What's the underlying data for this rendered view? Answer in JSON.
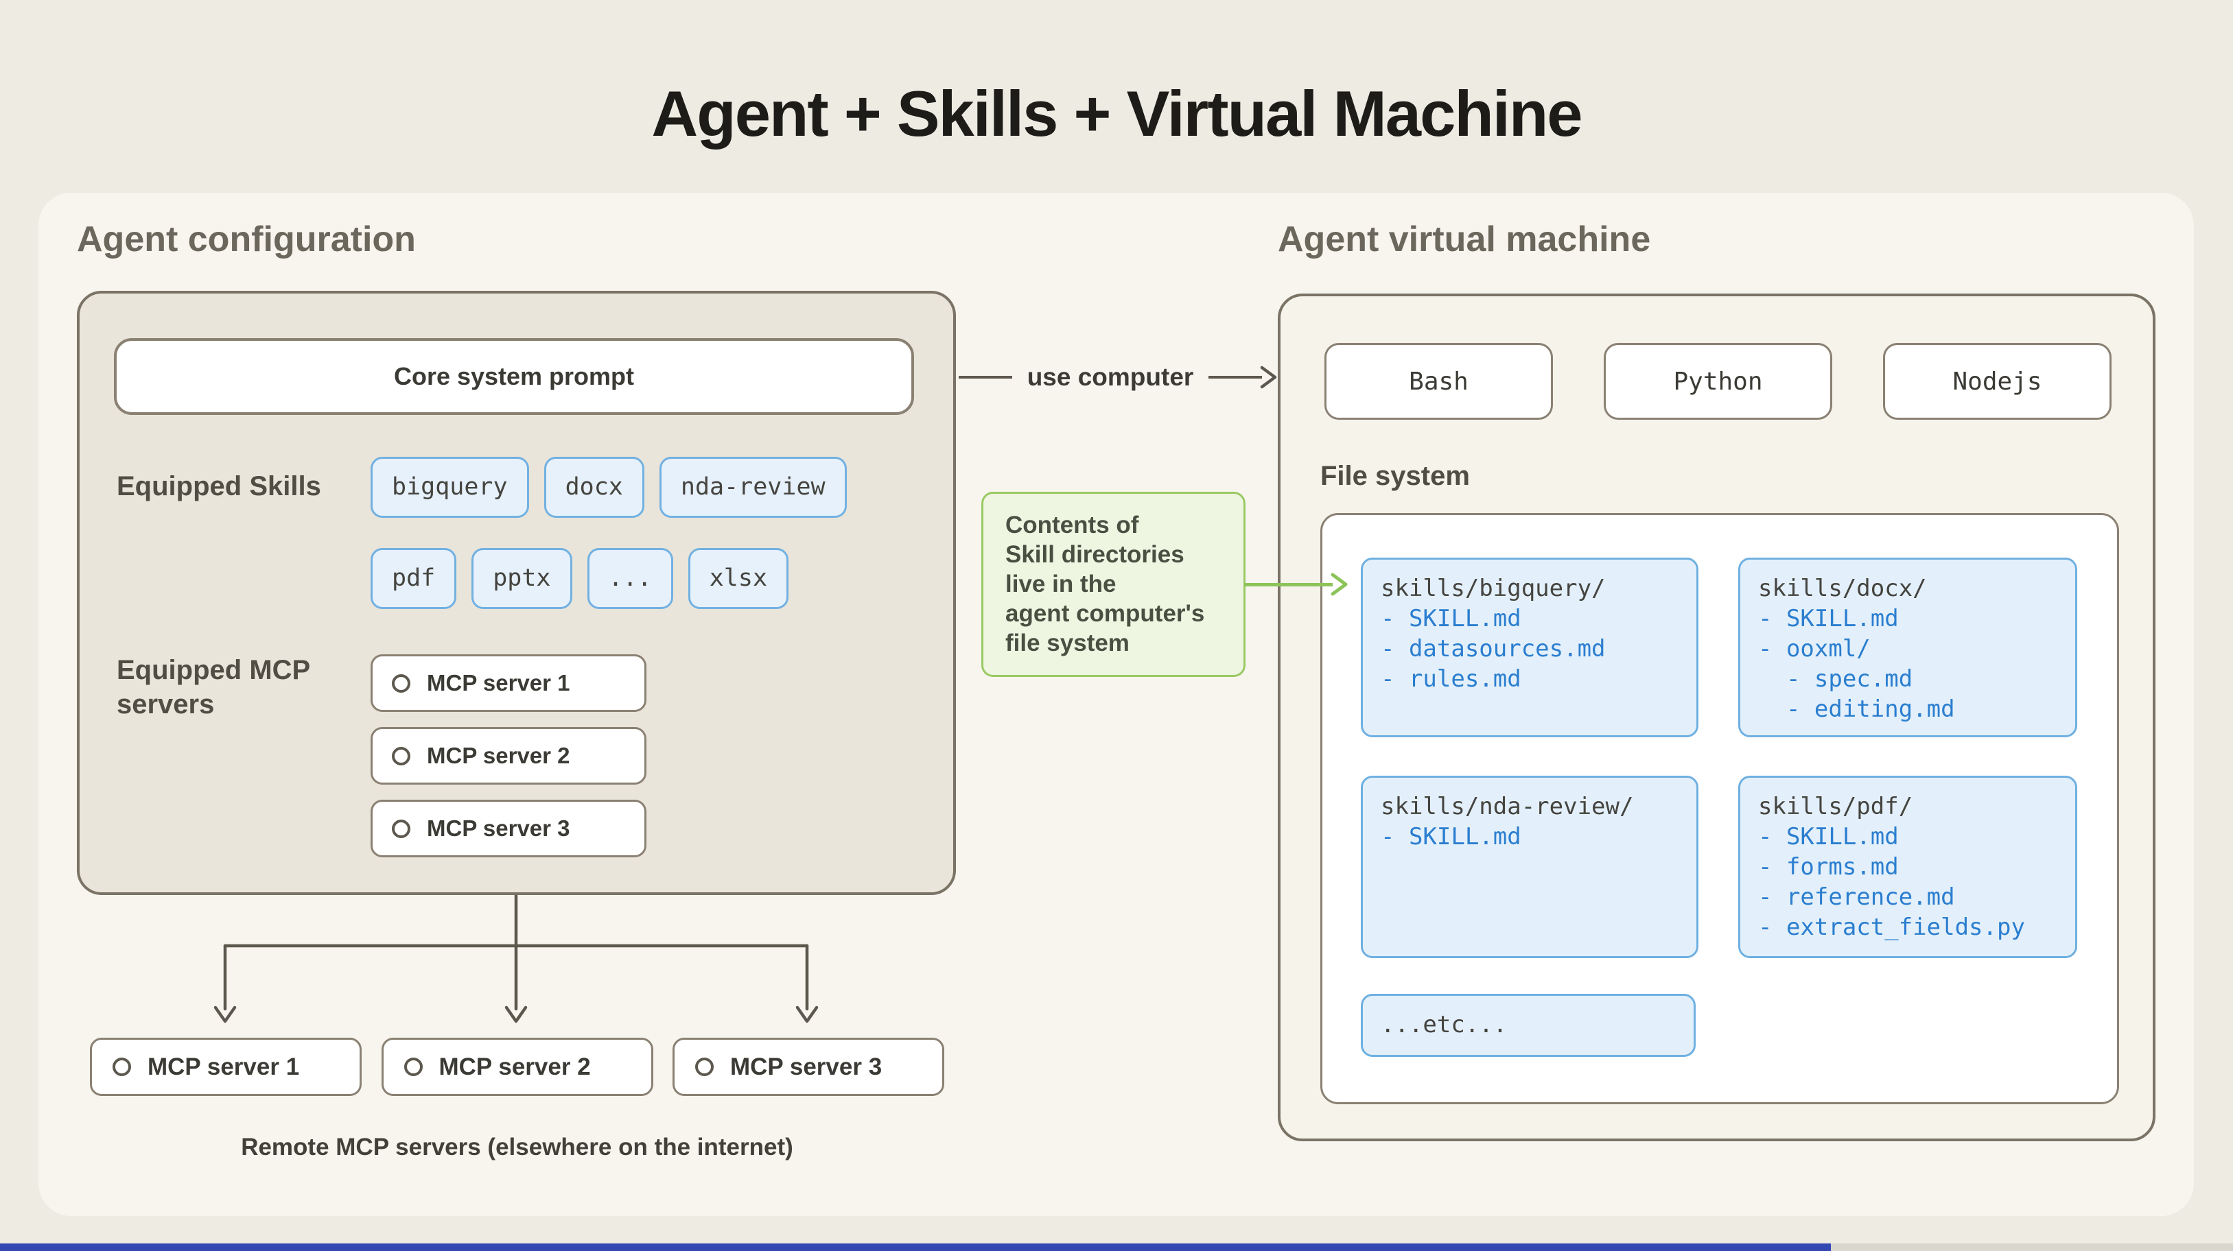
{
  "title": "Agent + Skills + Virtual Machine",
  "agent_config": {
    "heading": "Agent configuration",
    "core_prompt": "Core system prompt",
    "skills_label": "Equipped Skills",
    "skills_row1": [
      "bigquery",
      "docx",
      "nda-review"
    ],
    "skills_row2": [
      "pdf",
      "pptx",
      "...",
      "xlsx"
    ],
    "mcp_label": "Equipped MCP\nservers",
    "mcp_servers": [
      "MCP server 1",
      "MCP server 2",
      "MCP server 3"
    ],
    "remote_servers": [
      "MCP server 1",
      "MCP server 2",
      "MCP server 3"
    ],
    "remote_caption": "Remote MCP servers (elsewhere on the internet)"
  },
  "connector": {
    "use_computer_label": "use computer",
    "green_note": "Contents of\nSkill directories\nlive in the\nagent computer's\nfile system"
  },
  "vm": {
    "heading": "Agent virtual machine",
    "runtimes": [
      "Bash",
      "Python",
      "Nodejs"
    ],
    "filesystem_label": "File system",
    "cards": [
      {
        "header": "skills/bigquery/",
        "files": [
          "- SKILL.md",
          "- datasources.md",
          "- rules.md"
        ]
      },
      {
        "header": "skills/docx/",
        "files": [
          "- SKILL.md",
          "- ooxml/",
          "  - spec.md",
          "  - editing.md"
        ]
      },
      {
        "header": "skills/nda-review/",
        "files": [
          "- SKILL.md"
        ]
      },
      {
        "header": "skills/pdf/",
        "files": [
          "- SKILL.md",
          "- forms.md",
          "- reference.md",
          "- extract_fields.py"
        ]
      },
      {
        "header": "...etc...",
        "files": []
      }
    ]
  },
  "colors": {
    "skill_chip_border": "#72b1e2",
    "file_link_blue": "#2b7ecf",
    "green_accent": "#9aca63",
    "line_gray": "#5d584e",
    "progress_blue": "#3347b3"
  },
  "progress_bar": {
    "fill_percent": 82
  }
}
